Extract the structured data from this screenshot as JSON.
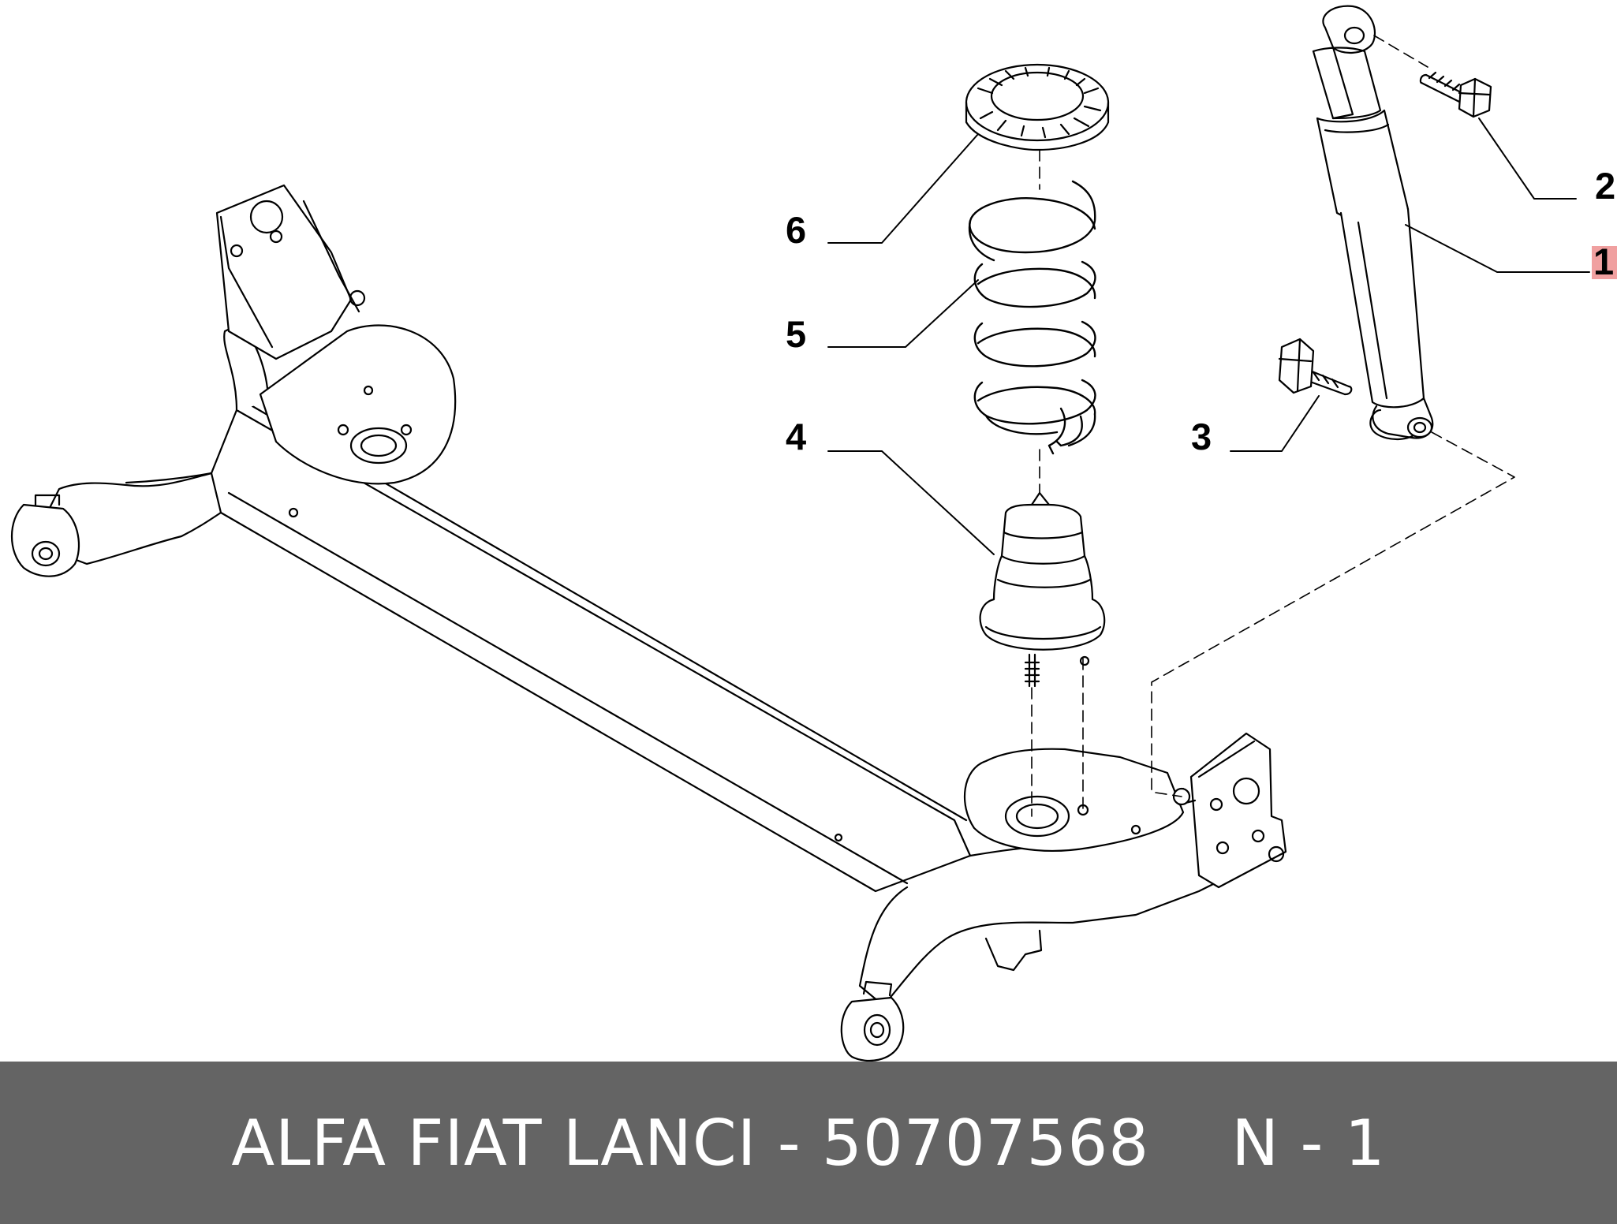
{
  "callouts": [
    {
      "num": "1",
      "highlighted": true
    },
    {
      "num": "2",
      "highlighted": false
    },
    {
      "num": "3",
      "highlighted": false
    },
    {
      "num": "4",
      "highlighted": false
    },
    {
      "num": "5",
      "highlighted": false
    },
    {
      "num": "6",
      "highlighted": false
    }
  ],
  "footer": {
    "brand_part": "ALFA FIAT LANCI - 50707568",
    "ref": "N - 1"
  },
  "colors": {
    "footer_bg": "#646464",
    "highlight": "#f0a0a0",
    "line": "#000000"
  }
}
